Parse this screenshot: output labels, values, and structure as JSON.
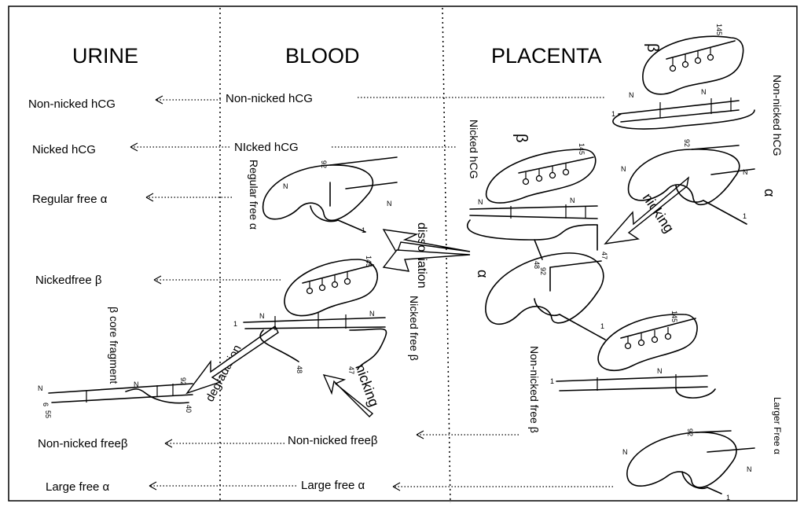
{
  "headers": {
    "urine": "URINE",
    "blood": "BLOOD",
    "placenta": "PLACENTA"
  },
  "urine": {
    "non_nicked_hcg": "Non-nicked hCG",
    "nicked_hcg": "Nicked hCG",
    "regular_free_alpha": "Regular free α",
    "nicked_free_beta": "Nickedfree β",
    "beta_core_fragment": "β core fragment",
    "non_nicked_free_beta": "Non-nicked freeβ",
    "large_free_alpha": "Large free α"
  },
  "blood": {
    "non_nicked_hcg": "Non-nicked hCG",
    "nicked_hcg": "NIcked hCG",
    "regular_free_alpha": "Regular free α",
    "nicked_free_beta": "Nicked free β",
    "non_nicked_free_beta": "Non-nicked freeβ",
    "large_free_alpha": "Large free α"
  },
  "processes": {
    "dissociation": "dissociation",
    "nicking": "nicking",
    "degradation": "degradation"
  },
  "placenta": {
    "beta_symbol": "β",
    "alpha_symbol": "α",
    "non_nicked_hcg": "Non-nicked hCG",
    "nicked_hcg": "Nicked hCG",
    "non_nicked_free_beta": "Non-nicked free β",
    "larger_free_alpha": "Larger Free α"
  },
  "residues": {
    "n": "N",
    "one": "1",
    "six": "6",
    "r40": "40",
    "r47": "47",
    "r48": "48",
    "r55": "55",
    "r92": "92",
    "r145": "145"
  }
}
